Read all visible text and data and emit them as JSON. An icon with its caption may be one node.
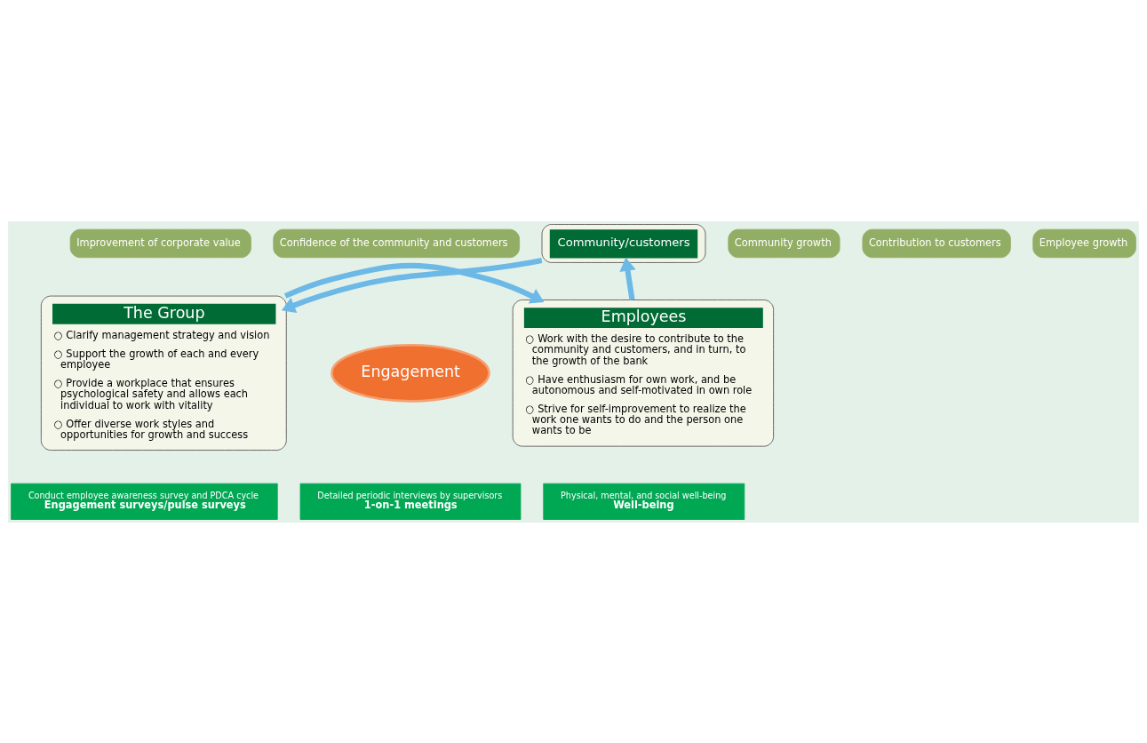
{
  "diagram": {
    "nodes": [
      {
        "text": [
          "Community/customers"
        ]
      },
      {
        "text": [
          "The Group",
          "○ Clarify management strategy and vision",
          "○ Support the growth of each and every employee",
          "○ Provide a workplace that ensures psychological safety and allows each individual to work with vitality",
          "○ Offer diverse work styles and opportunities for growth and success"
        ]
      },
      {
        "text": [
          "Employees",
          "○ Work with the desire to contribute to the community and customers, and in turn, to the growth of the bank",
          "○ Have enthusiasm for own work, and be autonomous and self-motivated in own role",
          "○ Strive for self-improvement to realize the work one wants to do and the person one wants to be"
        ]
      },
      {
        "text": [
          "Engagement"
        ]
      },
      {
        "text": [
          "Community growth"
        ]
      },
      {
        "text": [
          "Confidence of the community and customers"
        ]
      },
      {
        "text": [
          "Contribution to customers"
        ]
      },
      {
        "text": [
          "Improvement of corporate value"
        ]
      },
      {
        "text": [
          "Employee growth"
        ]
      },
      {
        "text": [
          "Conduct employee awareness survey and PDCA cycle",
          "Engagement surveys/pulse surveys"
        ]
      },
      {
        "text": [
          "Detailed periodic interviews by supervisors",
          "1-on-1 meetings"
        ]
      },
      {
        "text": [
          "Physical, mental, and social well-being",
          "Well-being"
        ]
      }
    ],
    "edges": [
      {
        "from": 0,
        "to": 1,
        "arrow": "to"
      },
      {
        "from": 1,
        "to": 2,
        "arrow": "to"
      },
      {
        "from": 2,
        "to": 0,
        "arrow": "to"
      }
    ]
  }
}
